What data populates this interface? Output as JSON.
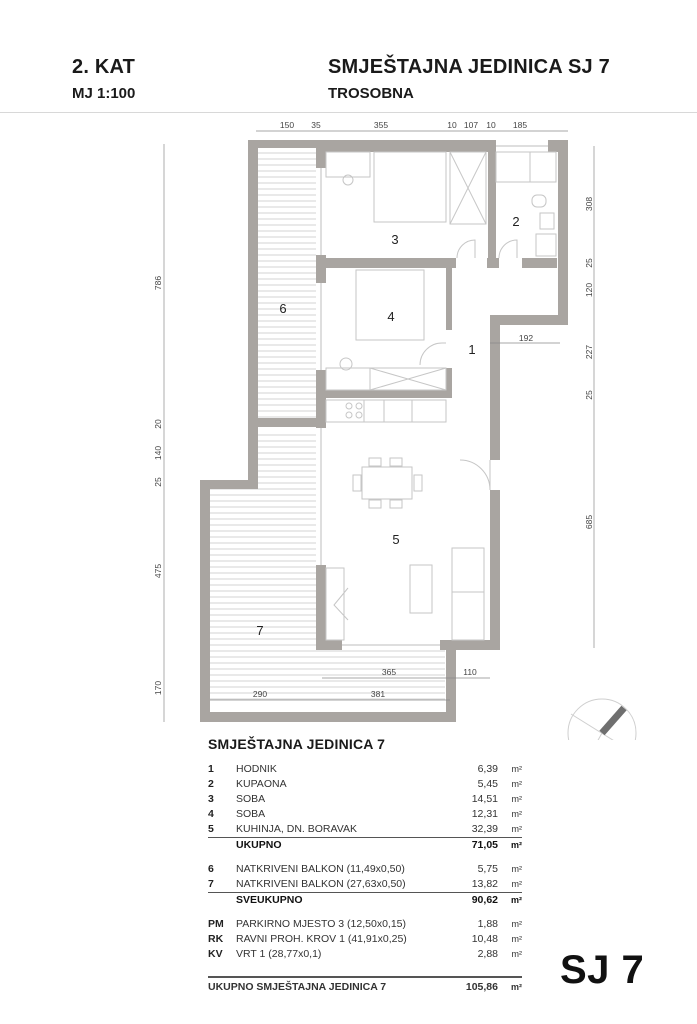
{
  "header": {
    "floor": "2. KAT",
    "scale": "MJ 1:100",
    "unit_title": "SMJEŠTAJNA JEDINICA SJ 7",
    "unit_type": "TROSOBNA"
  },
  "plan": {
    "rooms": [
      {
        "id": "1",
        "label": "1"
      },
      {
        "id": "2",
        "label": "2"
      },
      {
        "id": "3",
        "label": "3"
      },
      {
        "id": "4",
        "label": "4"
      },
      {
        "id": "5",
        "label": "5"
      },
      {
        "id": "6",
        "label": "6"
      },
      {
        "id": "7",
        "label": "7"
      }
    ],
    "dimensions": {
      "top": [
        "150",
        "35",
        "355",
        "10",
        "107",
        "10",
        "185"
      ],
      "left": [
        "786",
        "20",
        "140",
        "25",
        "475",
        "170"
      ],
      "right": [
        "308",
        "25",
        "120",
        "227",
        "25",
        "685"
      ],
      "inner": [
        "192",
        "365",
        "110",
        "290",
        "381"
      ]
    },
    "wall_color": "#a9a5a1",
    "north_arrow_color": "#6f6f6f"
  },
  "table": {
    "title": "SMJEŠTAJNA JEDINICA 7",
    "unit": "m²",
    "rooms": [
      {
        "no": "1",
        "name": "HODNIK",
        "area": "6,39"
      },
      {
        "no": "2",
        "name": "KUPAONA",
        "area": "5,45"
      },
      {
        "no": "3",
        "name": "SOBA",
        "area": "14,51"
      },
      {
        "no": "4",
        "name": "SOBA",
        "area": "12,31"
      },
      {
        "no": "5",
        "name": "KUHINJA, DN. BORAVAK",
        "area": "32,39"
      }
    ],
    "subtotal": {
      "name": "UKUPNO",
      "area": "71,05"
    },
    "balconies": [
      {
        "no": "6",
        "name": "NATKRIVENI BALKON (11,49x0,50)",
        "area": "5,75"
      },
      {
        "no": "7",
        "name": "NATKRIVENI BALKON (27,63x0,50)",
        "area": "13,82"
      }
    ],
    "total": {
      "name": "SVEUKUPNO",
      "area": "90,62"
    },
    "extras": [
      {
        "no": "PM",
        "name": "PARKIRNO MJESTO 3 (12,50x0,15)",
        "area": "1,88"
      },
      {
        "no": "RK",
        "name": "RAVNI PROH. KROV 1 (41,91x0,25)",
        "area": "10,48"
      },
      {
        "no": "KV",
        "name": "VRT 1 (28,77x0,1)",
        "area": "2,88"
      }
    ],
    "grand_total": {
      "name": "UKUPNO SMJEŠTAJNA JEDINICA 7",
      "area": "105,86"
    }
  },
  "badge": "SJ 7"
}
